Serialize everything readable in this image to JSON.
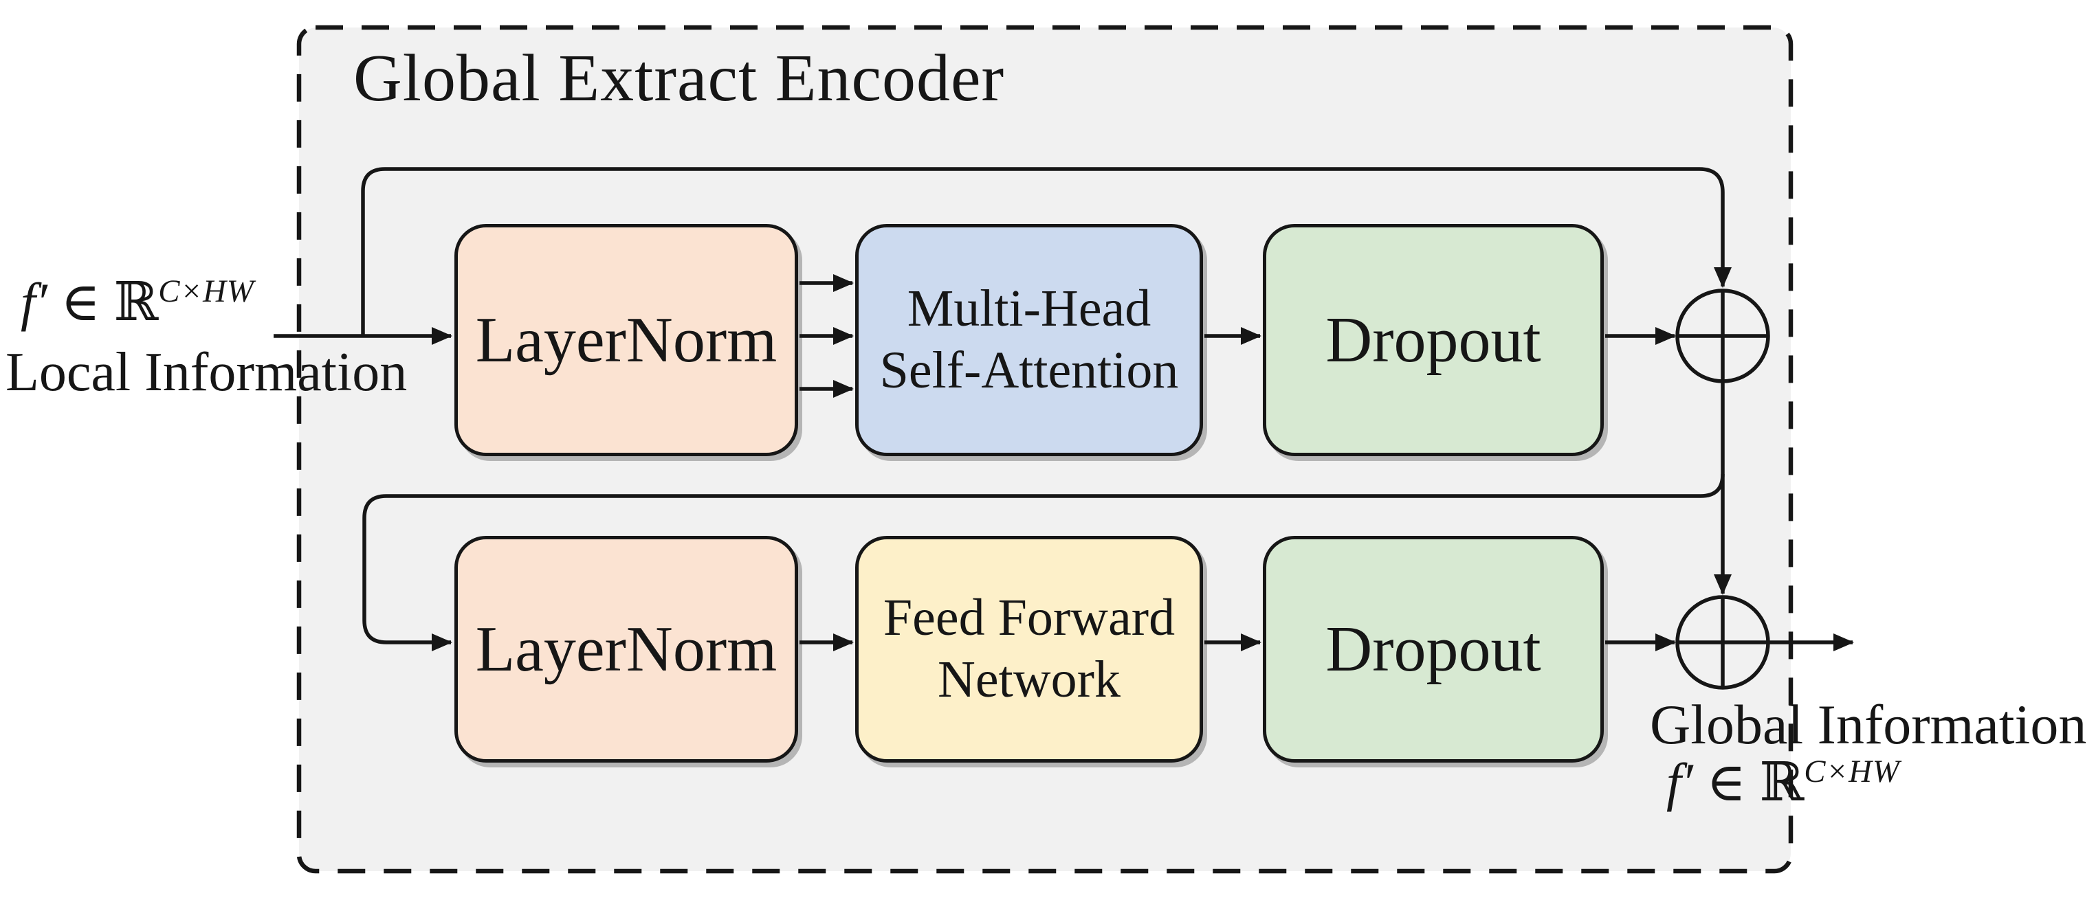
{
  "title": "Global Extract Encoder",
  "colors": {
    "line": "#161616",
    "panel_bg": "#f1f1f1",
    "page_bg": "#ffffff",
    "peach": "#fbe3d2",
    "blue": "#ccdaef",
    "green": "#d7e9d2",
    "yellow": "#fdf0c9"
  },
  "blocks": {
    "ln1": {
      "label": "LayerNorm"
    },
    "mhsa": {
      "label": "Multi-Head\nSelf-Attention"
    },
    "do1": {
      "label": "Dropout"
    },
    "ln2": {
      "label": "LayerNorm"
    },
    "ffn": {
      "label": "Feed Forward\nNetwork"
    },
    "do2": {
      "label": "Dropout"
    }
  },
  "input": {
    "formula": {
      "f": "f′",
      "rel": " ∈ ℝ",
      "sup": "C×HW"
    },
    "caption": "Local Information"
  },
  "output": {
    "caption": "Global Information",
    "formula": {
      "f": "f′",
      "rel": " ∈ ℝ",
      "sup": "C×HW"
    }
  },
  "icons": {
    "add_junction": "⊕"
  }
}
